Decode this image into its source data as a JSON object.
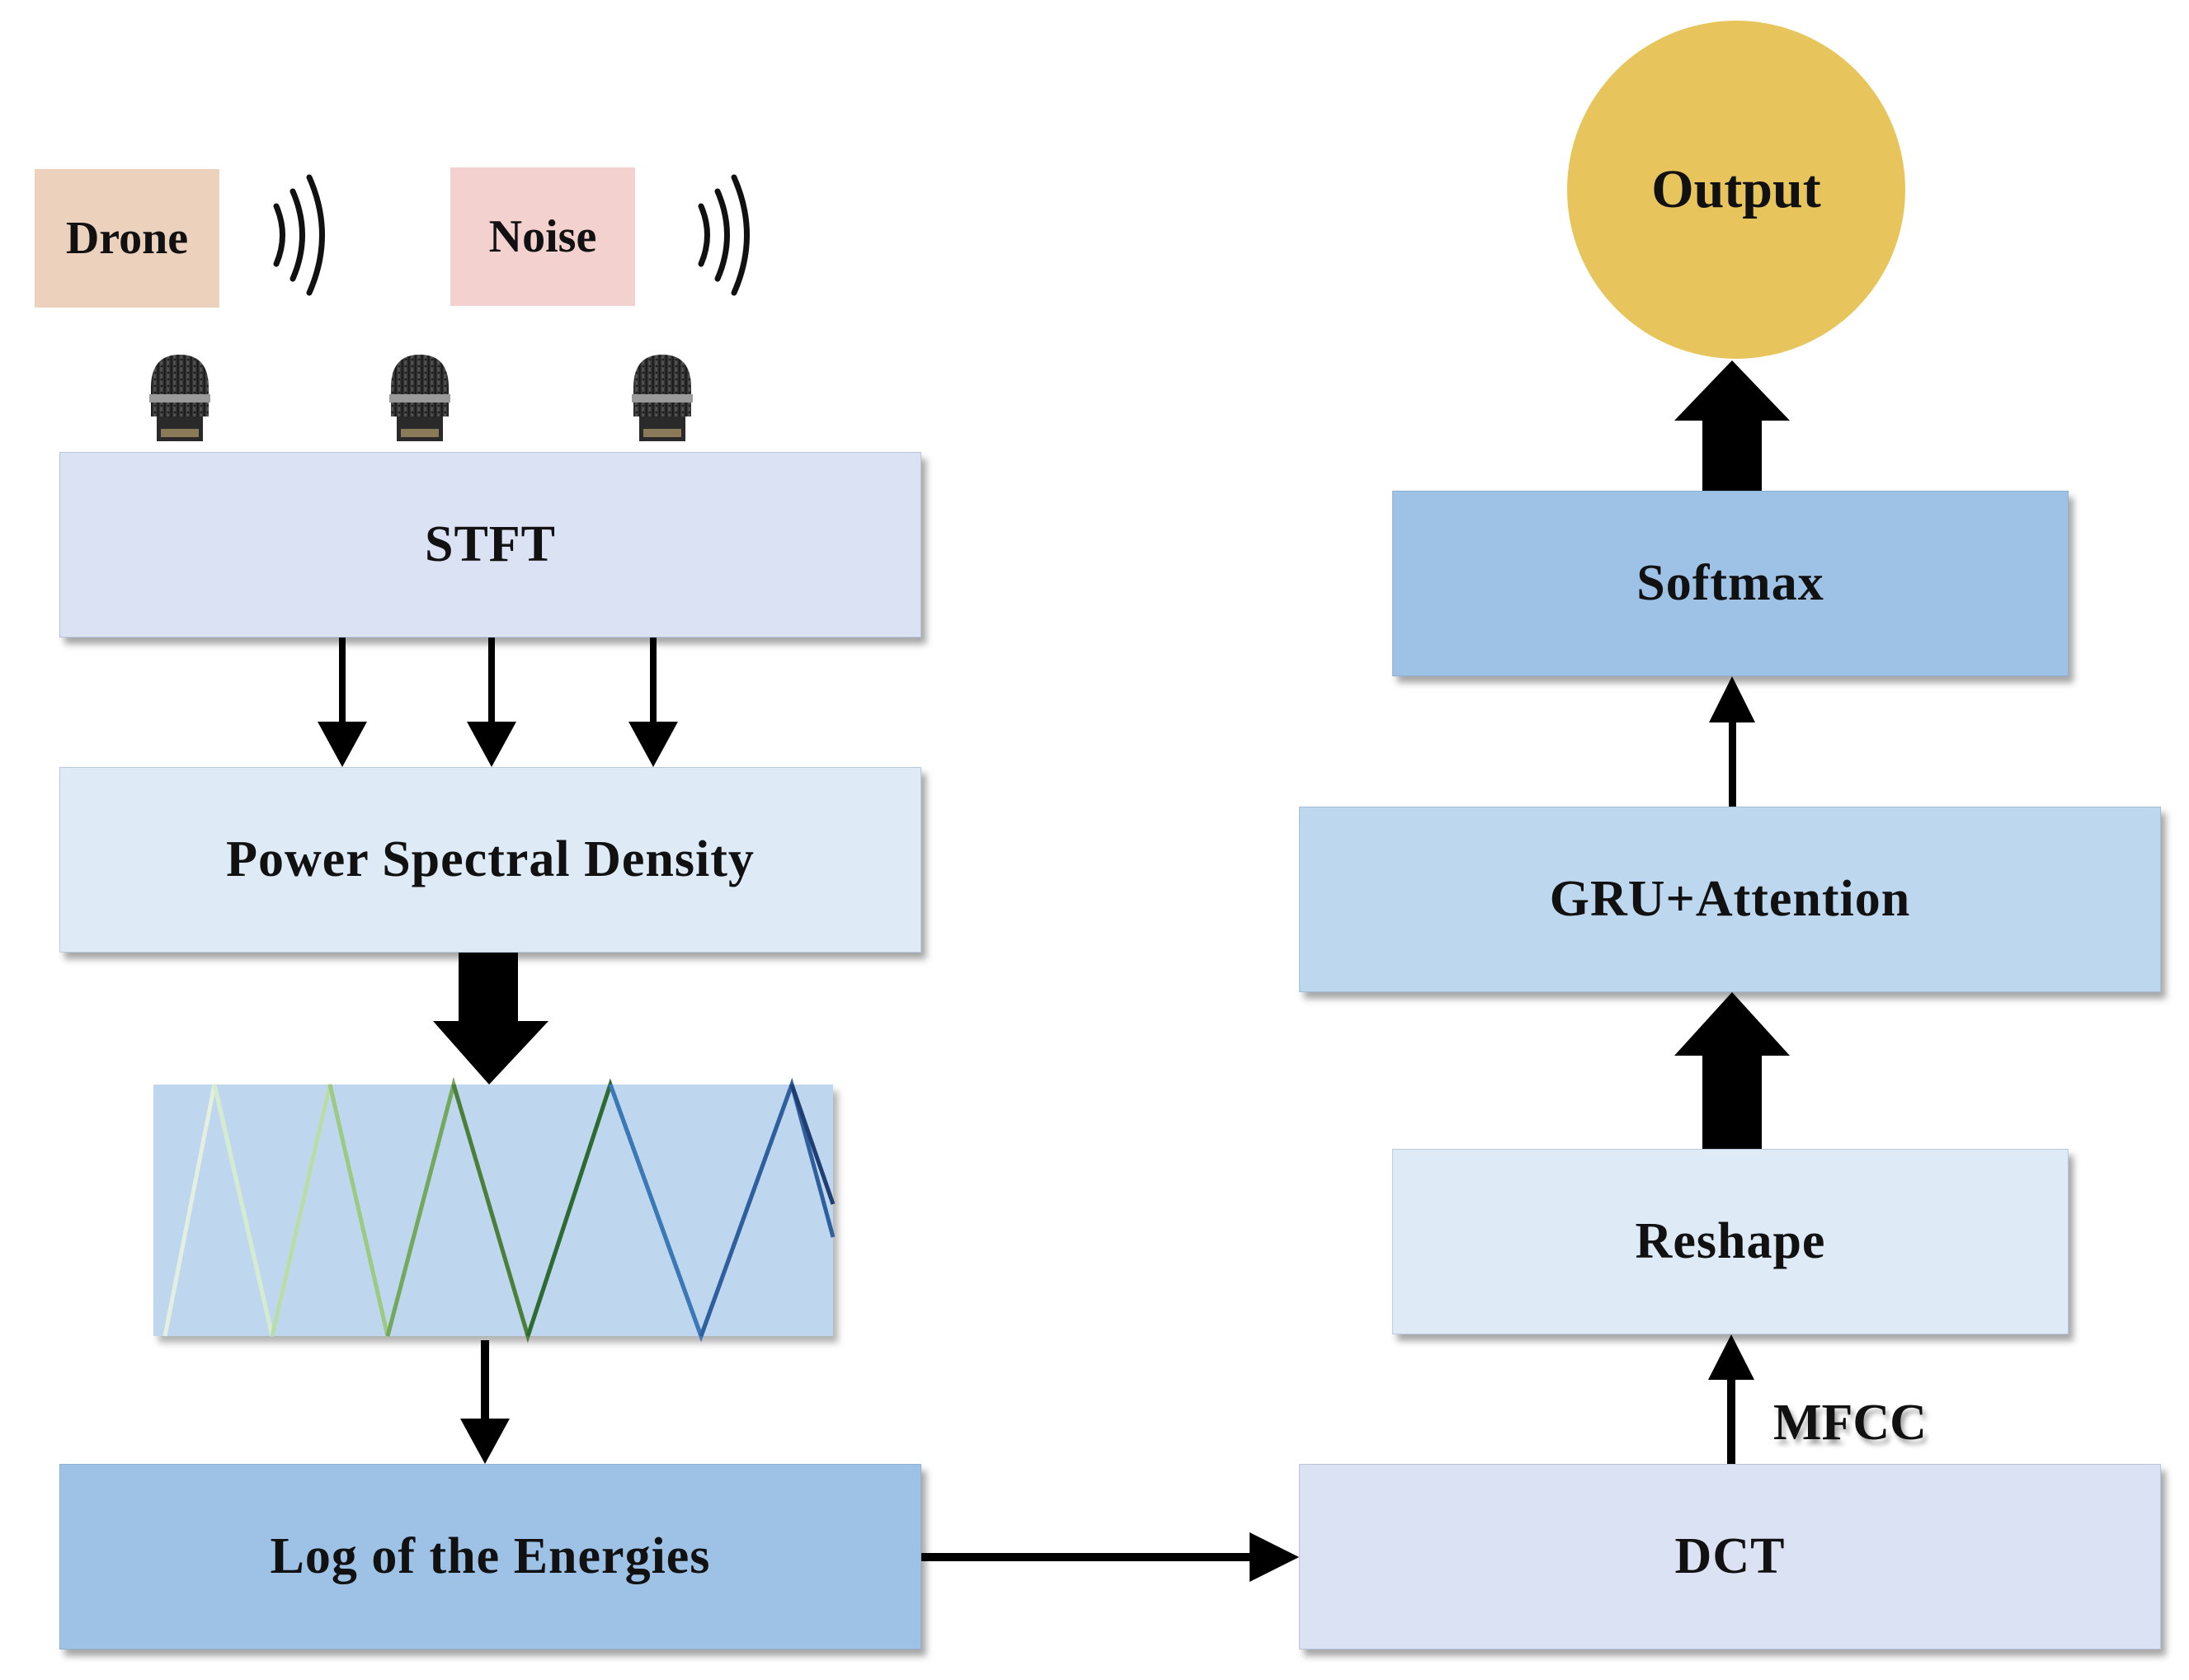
{
  "sources": {
    "drone": "Drone",
    "noise": "Noise"
  },
  "blocks": {
    "stft": "STFT",
    "psd": "Power Spectral Density",
    "log_energies": "Log of the Energies",
    "dct": "DCT",
    "reshape": "Reshape",
    "gru_attention": "GRU+Attention",
    "softmax": "Softmax",
    "output": "Output"
  },
  "labels": {
    "mfcc": "MFCC"
  },
  "icons": {
    "microphone": "microphone-icon",
    "sound_wave": "sound-wave-icon",
    "mel_filterbank": "mel-filterbank-icon"
  },
  "colors": {
    "drone_bg": "#ecd2bd",
    "noise_bg": "#f2d1ce",
    "stft_bg": "#dbe2f3",
    "psd_bg": "#deeaf6",
    "log_bg": "#9dc2e6",
    "dct_bg": "#dbe2f3",
    "reshape_bg": "#deeaf6",
    "gru_bg": "#bdd7ee",
    "softmax_bg": "#9dc2e6",
    "output_bg": "#e8c55c",
    "filterbank_bg": "#bfd7ee"
  }
}
